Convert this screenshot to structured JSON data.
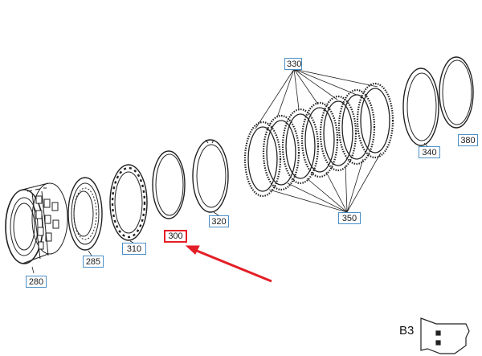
{
  "callouts": {
    "c280": "280",
    "c285": "285",
    "c310": "310",
    "c300": "300",
    "c320": "320",
    "c330": "330",
    "c350": "350",
    "c340": "340",
    "c380": "380"
  },
  "highlighted_part": "300",
  "sheet": {
    "label": "B3",
    "icon": "transmission-housing-icon"
  },
  "colors": {
    "line": "#222222",
    "callout_border": "#4a8fc7",
    "highlight": "#e41e26"
  }
}
